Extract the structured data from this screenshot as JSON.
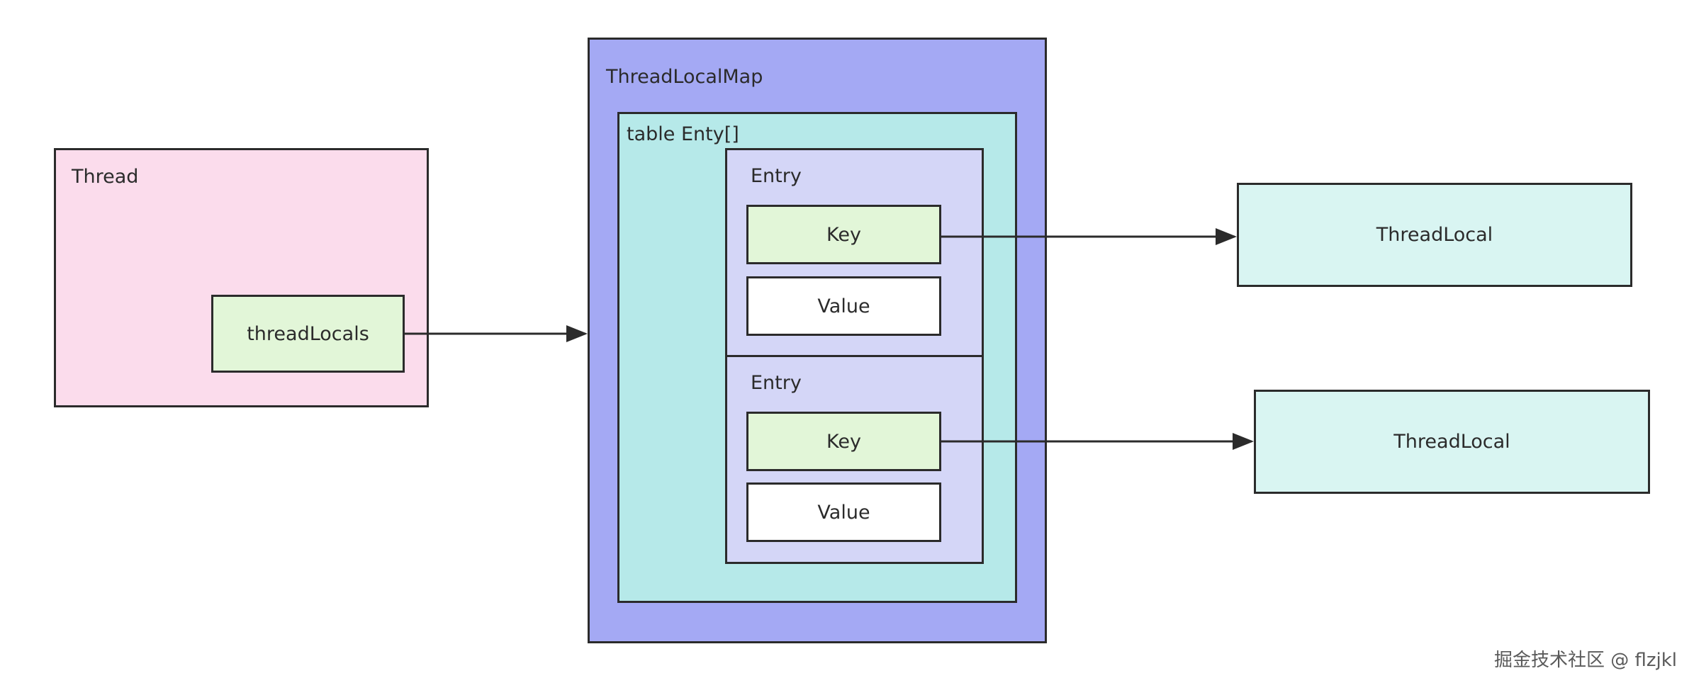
{
  "thread": {
    "label": "Thread",
    "field_label": "threadLocals"
  },
  "thread_local_map": {
    "label": "ThreadLocalMap",
    "table_label": "table Enty[]",
    "entries": [
      {
        "label": "Entry",
        "key_label": "Key",
        "value_label": "Value"
      },
      {
        "label": "Entry",
        "key_label": "Key",
        "value_label": "Value"
      }
    ]
  },
  "thread_locals": [
    {
      "label": "ThreadLocal"
    },
    {
      "label": "ThreadLocal"
    }
  ],
  "watermark": "掘金技术社区 @ flzjkl",
  "colors": {
    "thread_fill": "#fbdcec",
    "field_fill": "#e2f6d8",
    "map_fill": "#a4a9f4",
    "table_fill": "#b6e9e9",
    "entry_fill": "#d4d6f7",
    "value_fill": "#ffffff",
    "thread_local_fill": "#d9f5f2",
    "stroke": "#2b2b2b"
  }
}
